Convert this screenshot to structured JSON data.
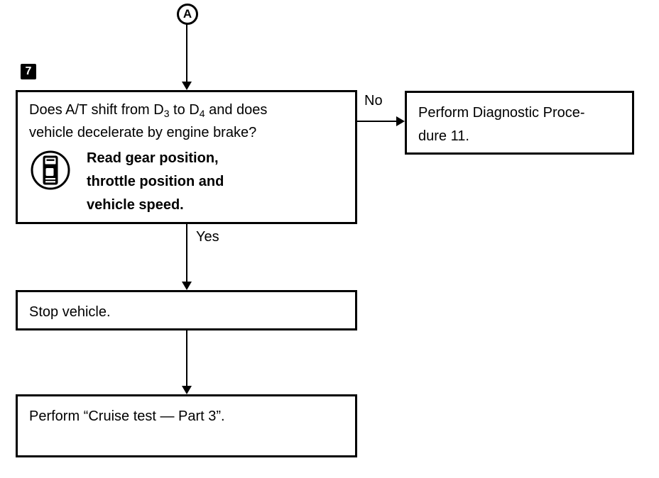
{
  "colors": {
    "line": "#000000",
    "background": "#ffffff"
  },
  "connector": {
    "label": "A"
  },
  "step_number": "7",
  "decision": {
    "question_line1": {
      "t1": "Does A/T shift from D",
      "sub1": "3",
      "t2": " to D",
      "sub2": "4",
      "t3": " and does"
    },
    "question_line2": "vehicle decelerate by engine brake?",
    "icon": "scan-tool-icon",
    "instruction": [
      "Read gear position,",
      "throttle position and",
      "vehicle speed."
    ]
  },
  "edges": {
    "no": "No",
    "yes": "Yes"
  },
  "no_box": {
    "lines": [
      "Perform Diagnostic Proce-",
      "dure 11."
    ]
  },
  "stop_box": {
    "text": "Stop vehicle."
  },
  "cruise_box": {
    "text": "Perform “Cruise test — Part 3”."
  }
}
